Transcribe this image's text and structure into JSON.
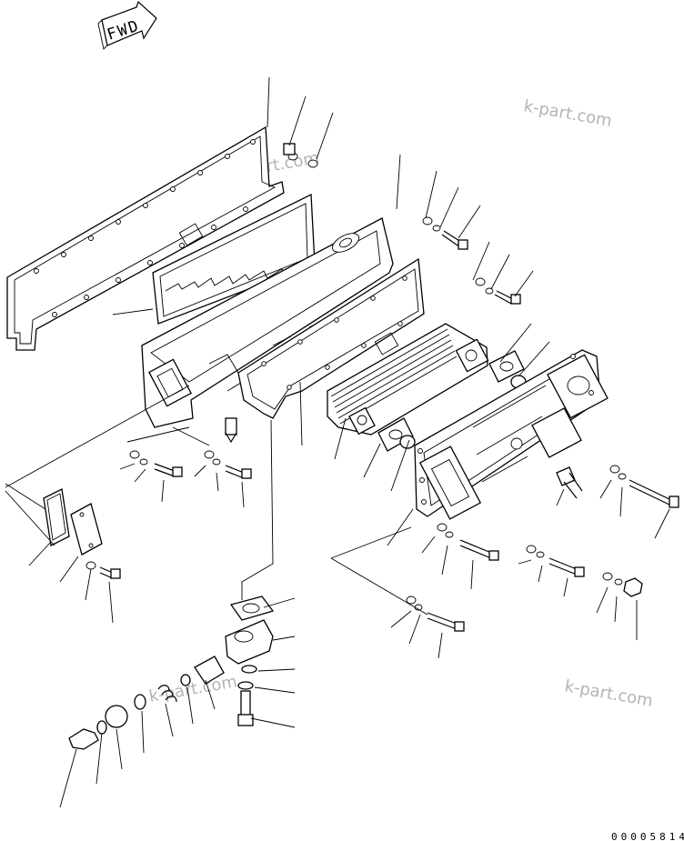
{
  "forward_arrow": {
    "label": "FWD"
  },
  "watermarks": [
    "k-part.com",
    "k-part.com",
    "k-part.com",
    "k-part.com"
  ],
  "drawing_code": "00005814",
  "colors": {
    "line": "#000000",
    "background": "#ffffff",
    "watermark": "#b4b4b4"
  }
}
